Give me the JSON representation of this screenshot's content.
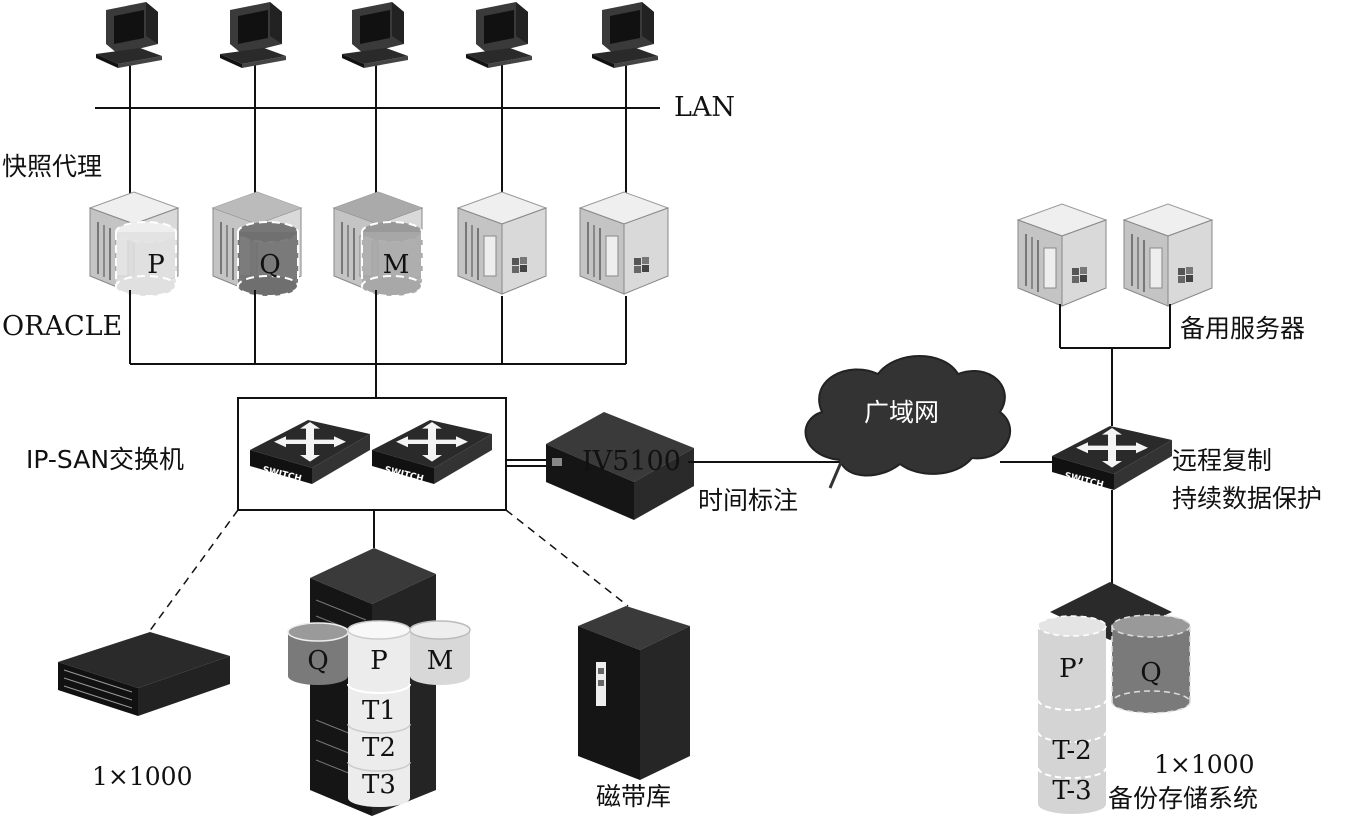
{
  "labels": {
    "lan": "LAN",
    "snapshot_agent": "快照代理",
    "oracle": "ORACLE",
    "ip_san_switch": "IP-SAN交换机",
    "iv5100": "IV5100",
    "time_stamp": "时间标注",
    "wan": "广域网",
    "standby_server": "备用服务器",
    "remote_replication": "远程复制",
    "cdp": "持续数据保护",
    "left_capacity": "1×1000",
    "tape_library": "磁带库",
    "backup_capacity": "1×1000",
    "backup_system": "备份存储系统"
  },
  "server_disks": [
    "P",
    "Q",
    "M"
  ],
  "storage_disks": {
    "top": [
      "Q",
      "P",
      "M"
    ],
    "stack": [
      "T1",
      "T2",
      "T3"
    ]
  },
  "backup_disks": {
    "left": [
      "P’",
      "T-2",
      "T-3"
    ],
    "right": "Q"
  },
  "switch_text": "SWITCH",
  "colors": {
    "line": "#111111",
    "dark": "#1e1e1e",
    "server_light": "#d8d8d8",
    "disk_dark": "#8a8a8a",
    "disk_light": "#e6e6e6"
  }
}
